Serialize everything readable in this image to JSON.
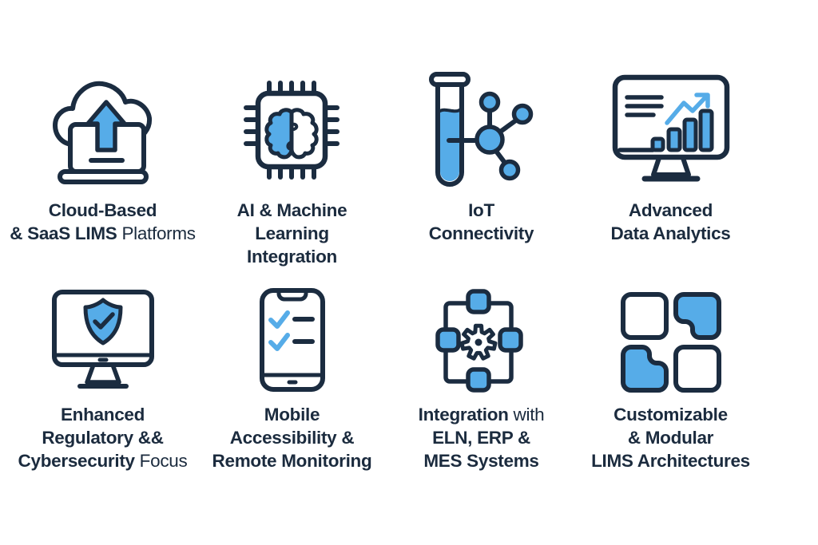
{
  "colors": {
    "background": "#FFFFFF",
    "accent_blue": "#56ACE8",
    "outline_navy": "#1B2C40",
    "text_navy": "#1B2B3E"
  },
  "features": [
    {
      "id": "cloud-saas-lims",
      "icon": "cloud-upload-laptop-icon",
      "lines": [
        {
          "segs": [
            {
              "t": "Cloud-Based",
              "w": "bold"
            }
          ]
        },
        {
          "segs": [
            {
              "t": "& SaaS LIMS ",
              "w": "bold"
            },
            {
              "t": "Platforms",
              "w": "regular"
            }
          ]
        }
      ]
    },
    {
      "id": "ai-ml-integration",
      "icon": "ai-chip-brain-icon",
      "lines": [
        {
          "segs": [
            {
              "t": "AI & Machine",
              "w": "bold"
            }
          ]
        },
        {
          "segs": [
            {
              "t": "Learning",
              "w": "bold"
            }
          ]
        },
        {
          "segs": [
            {
              "t": "Integration",
              "w": "bold"
            }
          ]
        }
      ]
    },
    {
      "id": "iot-connectivity",
      "icon": "test-tube-network-icon",
      "lines": [
        {
          "segs": [
            {
              "t": "IoT",
              "w": "bold"
            }
          ]
        },
        {
          "segs": [
            {
              "t": "Connectivity",
              "w": "bold"
            }
          ]
        }
      ]
    },
    {
      "id": "advanced-data-analytics",
      "icon": "analytics-monitor-icon",
      "lines": [
        {
          "segs": [
            {
              "t": "Advanced",
              "w": "bold"
            }
          ]
        },
        {
          "segs": [
            {
              "t": "Data Analytics",
              "w": "bold"
            }
          ]
        }
      ]
    },
    {
      "id": "regulatory-cybersecurity-focus",
      "icon": "shield-monitor-icon",
      "lines": [
        {
          "segs": [
            {
              "t": "Enhanced",
              "w": "bold"
            }
          ]
        },
        {
          "segs": [
            {
              "t": "Regulatory &&",
              "w": "bold"
            }
          ]
        },
        {
          "segs": [
            {
              "t": "Cybersecurity ",
              "w": "bold"
            },
            {
              "t": "Focus",
              "w": "regular"
            }
          ]
        }
      ]
    },
    {
      "id": "mobile-remote-monitoring",
      "icon": "mobile-checklist-icon",
      "lines": [
        {
          "segs": [
            {
              "t": "Mobile",
              "w": "bold"
            }
          ]
        },
        {
          "segs": [
            {
              "t": "Accessibility &",
              "w": "bold"
            }
          ]
        },
        {
          "segs": [
            {
              "t": "Remote Monitoring",
              "w": "bold"
            }
          ]
        }
      ]
    },
    {
      "id": "eln-erp-mes-integration",
      "icon": "gear-modules-icon",
      "lines": [
        {
          "segs": [
            {
              "t": "Integration ",
              "w": "bold"
            },
            {
              "t": "with",
              "w": "regular"
            }
          ]
        },
        {
          "segs": [
            {
              "t": "ELN, ERP &",
              "w": "bold"
            }
          ]
        },
        {
          "segs": [
            {
              "t": "MES Systems",
              "w": "bold"
            }
          ]
        }
      ]
    },
    {
      "id": "modular-lims-architectures",
      "icon": "modular-blocks-icon",
      "lines": [
        {
          "segs": [
            {
              "t": "Customizable",
              "w": "bold"
            }
          ]
        },
        {
          "segs": [
            {
              "t": "& Modular",
              "w": "bold"
            }
          ]
        },
        {
          "segs": [
            {
              "t": "LIMS Architectures",
              "w": "bold"
            }
          ]
        }
      ]
    }
  ]
}
